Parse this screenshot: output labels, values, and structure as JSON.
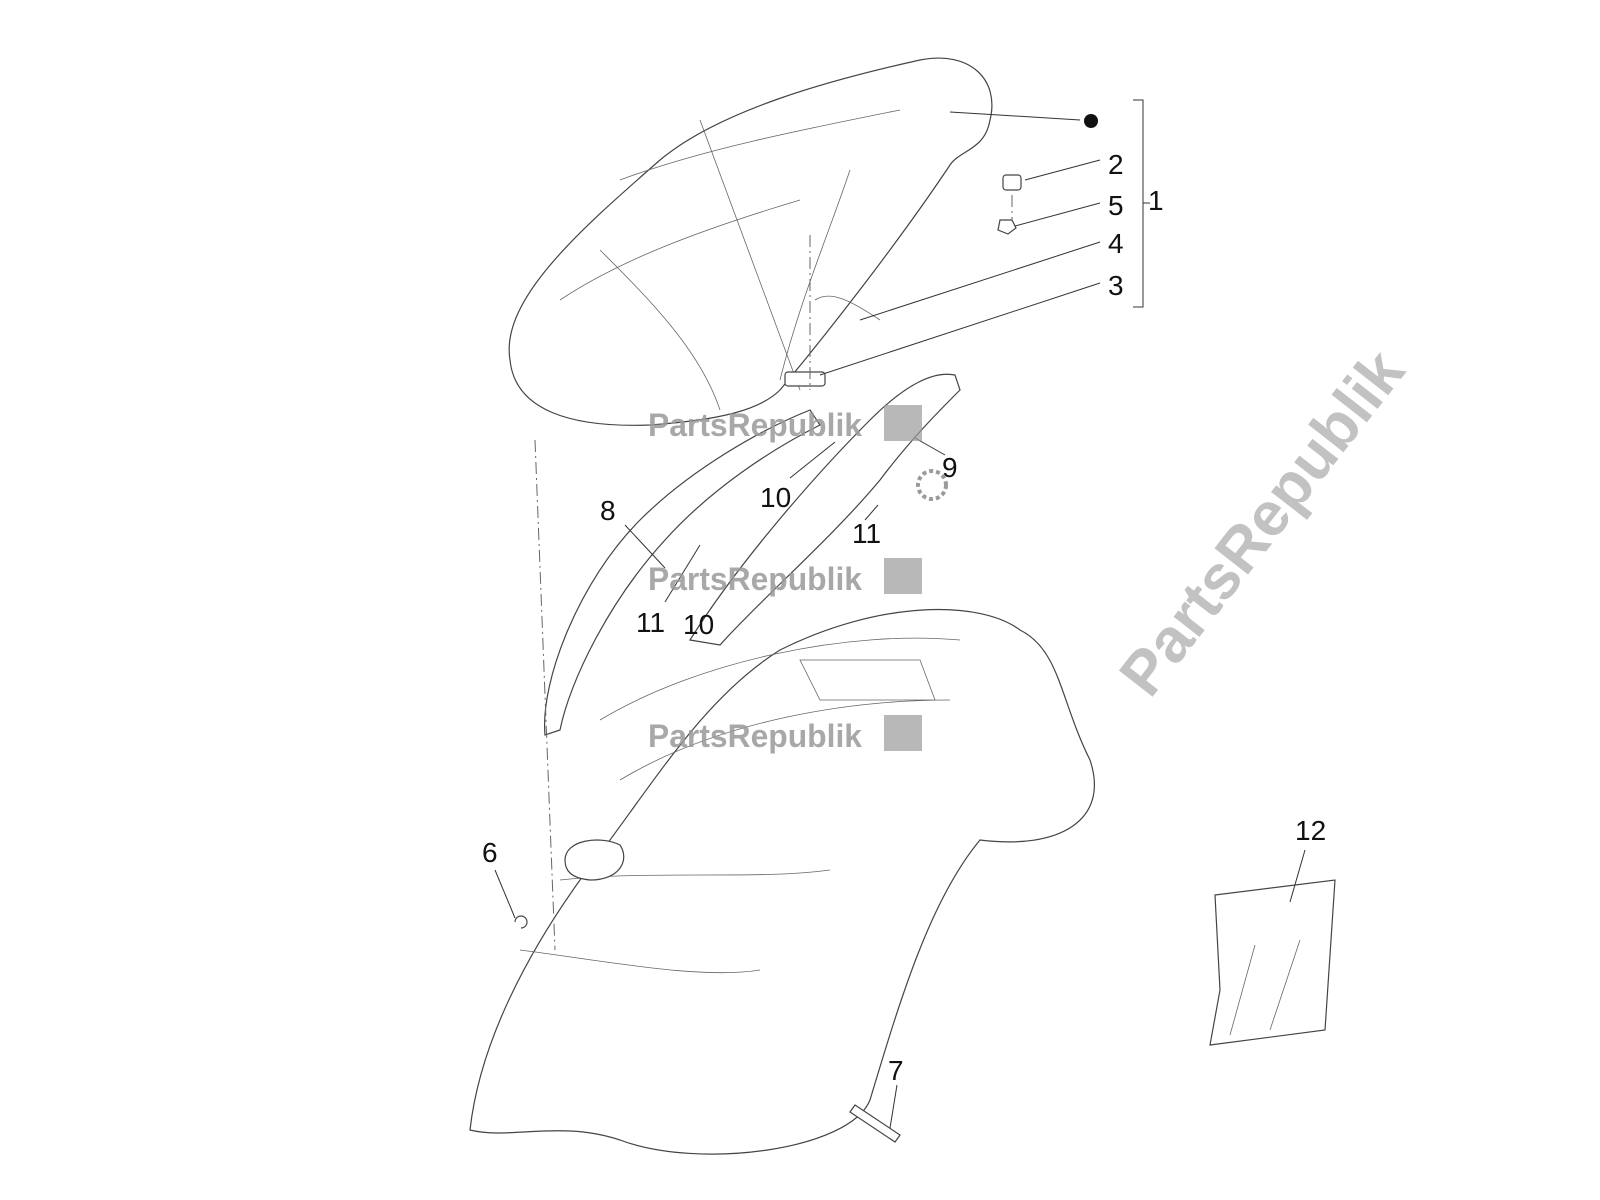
{
  "diagram": {
    "callouts": [
      "1",
      "2",
      "5",
      "4",
      "3",
      "8",
      "10",
      "9",
      "11",
      "11",
      "10",
      "12",
      "6",
      "7"
    ],
    "watermark": "PartsRepublik",
    "colors": {
      "line": "#444444",
      "watermark": "#9a9a9a",
      "label": "#111111"
    }
  }
}
